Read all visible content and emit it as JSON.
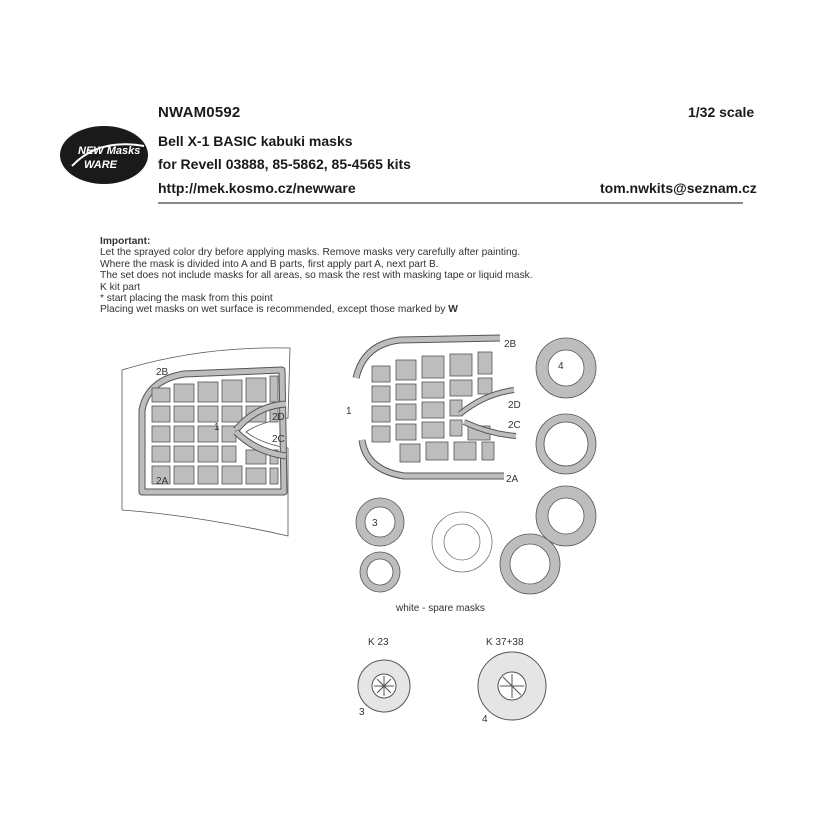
{
  "header": {
    "logo_text_top": "NEW Masks",
    "logo_text_bottom": "WARE",
    "product_code": "NWAM0592",
    "scale": "1/32 scale",
    "title_line1": "Bell X-1 BASIC kabuki masks",
    "title_line2": "for Revell 03888, 85-5862, 85-4565 kits",
    "url": "http://mek.kosmo.cz/newware",
    "email": "tom.nwkits@seznam.cz"
  },
  "notes": {
    "heading": "Important:",
    "lines": [
      "Let the sprayed color dry before applying masks. Remove masks very carefully after painting.",
      "Where the mask is divided into A and B parts, first apply part A, next part B.",
      "The set does not include masks for all areas, so mask the rest with masking tape or liquid mask.",
      "K kit part",
      "*  start placing the mask from this point",
      "Placing wet masks on wet surface is recommended, except those marked by"
    ],
    "w_mark": "W"
  },
  "canopy_labels": {
    "left": [
      "2B",
      "1",
      "2D",
      "2C",
      "2A"
    ],
    "right": [
      "2B",
      "1",
      "2D",
      "2C",
      "2A"
    ]
  },
  "wheel_labels": [
    "4",
    "3"
  ],
  "spare_caption": "white - spare masks",
  "kit_parts": {
    "small_label": "K 23",
    "small_number": "3",
    "large_label": "K 37+38",
    "large_number": "4"
  },
  "colors": {
    "mask_fill": "#bdbdbd",
    "outline": "#555555",
    "logo_bg": "#1a1a1a"
  }
}
